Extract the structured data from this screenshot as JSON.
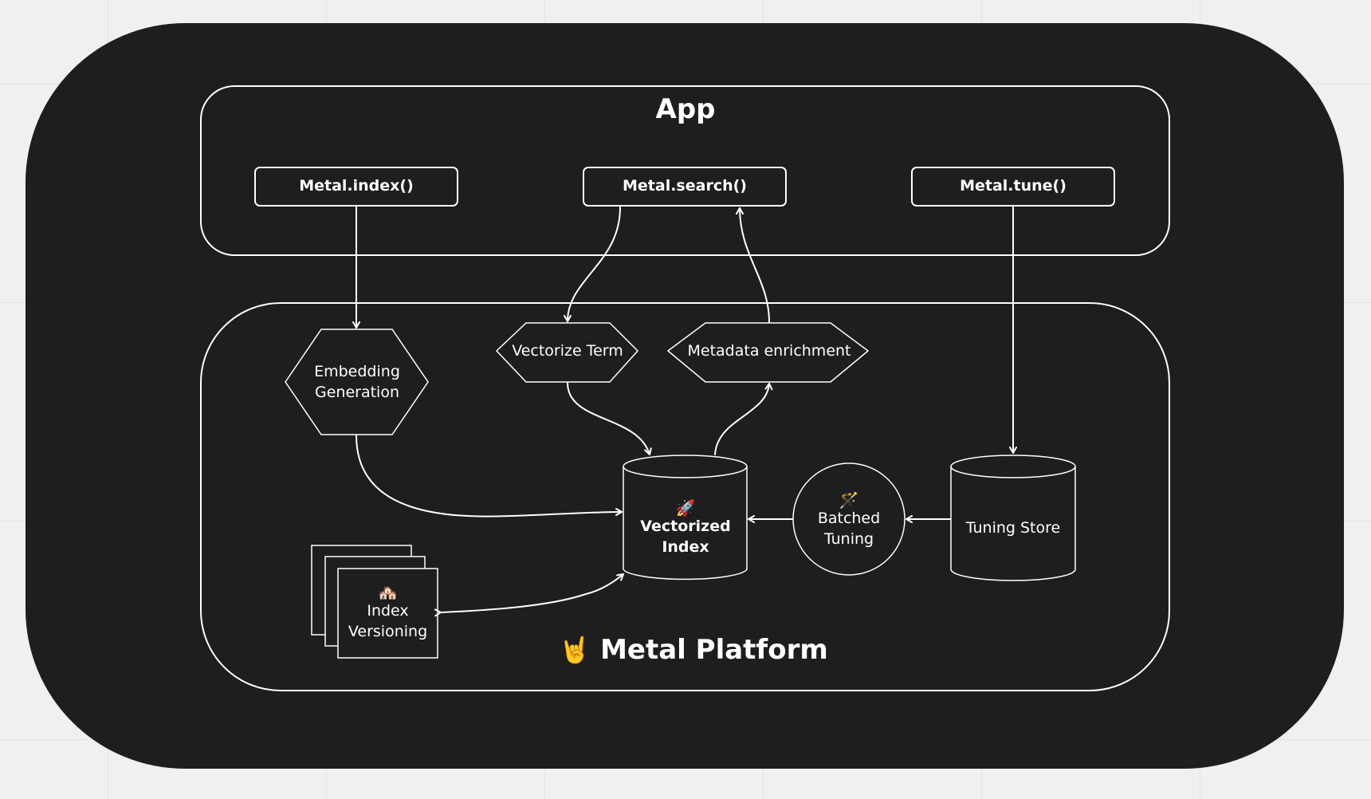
{
  "app": {
    "title": "App",
    "methods": {
      "index": "Metal.index()",
      "search": "Metal.search()",
      "tune": "Metal.tune()"
    }
  },
  "platform": {
    "title": "Metal Platform",
    "title_emoji": "🤘",
    "nodes": {
      "embedding": "Embedding Generation",
      "vectorize": "Vectorize Term",
      "metadata": "Metadata enrichment",
      "vectorized_index": {
        "emoji": "🚀",
        "label": "Vectorized Index"
      },
      "batched_tuning": {
        "emoji": "🪄",
        "label": "Batched Tuning"
      },
      "tuning_store": "Tuning Store",
      "index_versioning": {
        "emoji": "🏘️",
        "label": "Index Versioning"
      }
    }
  },
  "colors": {
    "canvas": "#f0f0f0",
    "board": "#1e1e1e",
    "stroke": "#ffffff",
    "text": "#ffffff"
  }
}
